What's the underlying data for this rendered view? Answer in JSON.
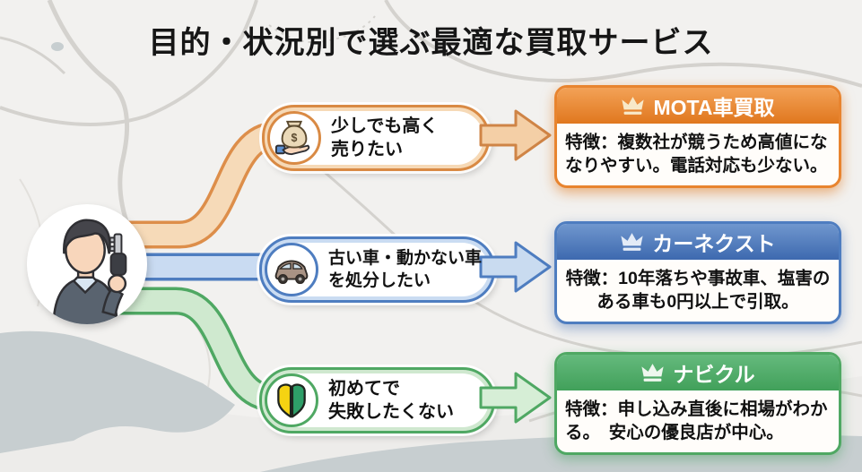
{
  "title": "目的・状況別で選ぶ最適な買取サービス",
  "person": {
    "icon": "person-with-car-key-icon"
  },
  "branches": [
    {
      "name": "sell-high",
      "label": "少しでも高く\n売りたい",
      "icon": "money-bag-in-hand-icon",
      "color": "#e0771e",
      "color_light": "#f6d9b6",
      "card": {
        "title": "MOTA車買取",
        "crown_icon": "crown-icon",
        "body": "特徴：複数社が競うため高値にな\nなりやすい。電話対応も少ない。"
      }
    },
    {
      "name": "dispose-old-car",
      "label": "古い車・動かない車\nを処分したい",
      "icon": "car-icon",
      "color": "#3d69af",
      "color_light": "#cadcf2",
      "card": {
        "title": "カーネクスト",
        "crown_icon": "crown-icon",
        "body": "特徴：10年落ちや事故車、塩害の\nある車も0円以上で引取。"
      }
    },
    {
      "name": "first-time",
      "label": "初めてで\n失敗したくない",
      "icon": "beginner-mark-icon",
      "color": "#41a05a",
      "color_light": "#cfe8cf",
      "card": {
        "title": "ナビクル",
        "crown_icon": "crown-icon",
        "body": "特徴：申し込み直後に相場がわか\nる。　安心の優良店が中心。"
      }
    }
  ]
}
